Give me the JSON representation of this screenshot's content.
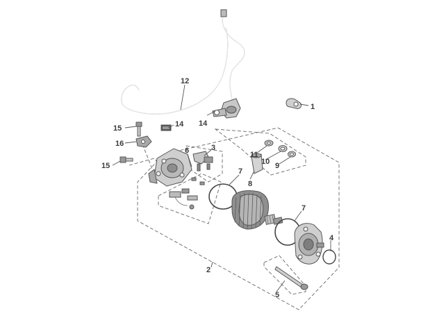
{
  "callouts": [
    {
      "id": "c1",
      "text": "1"
    },
    {
      "id": "c2",
      "text": "2"
    },
    {
      "id": "c3",
      "text": "3"
    },
    {
      "id": "c4",
      "text": "4"
    },
    {
      "id": "c5",
      "text": "5"
    },
    {
      "id": "c6",
      "text": "6"
    },
    {
      "id": "c7a",
      "text": "7"
    },
    {
      "id": "c7b",
      "text": "7"
    },
    {
      "id": "c8",
      "text": "8"
    },
    {
      "id": "c9",
      "text": "9"
    },
    {
      "id": "c10",
      "text": "10"
    },
    {
      "id": "c11",
      "text": "11"
    },
    {
      "id": "c12",
      "text": "12"
    },
    {
      "id": "c14a",
      "text": "14"
    },
    {
      "id": "c14b",
      "text": "14"
    },
    {
      "id": "c15a",
      "text": "15"
    },
    {
      "id": "c15b",
      "text": "15"
    },
    {
      "id": "c16",
      "text": "16"
    }
  ],
  "colors": {
    "line": "#555555",
    "part_fill": "#d9d9d9",
    "part_dark": "#9a9a9a",
    "label": "#3a3a3a"
  }
}
